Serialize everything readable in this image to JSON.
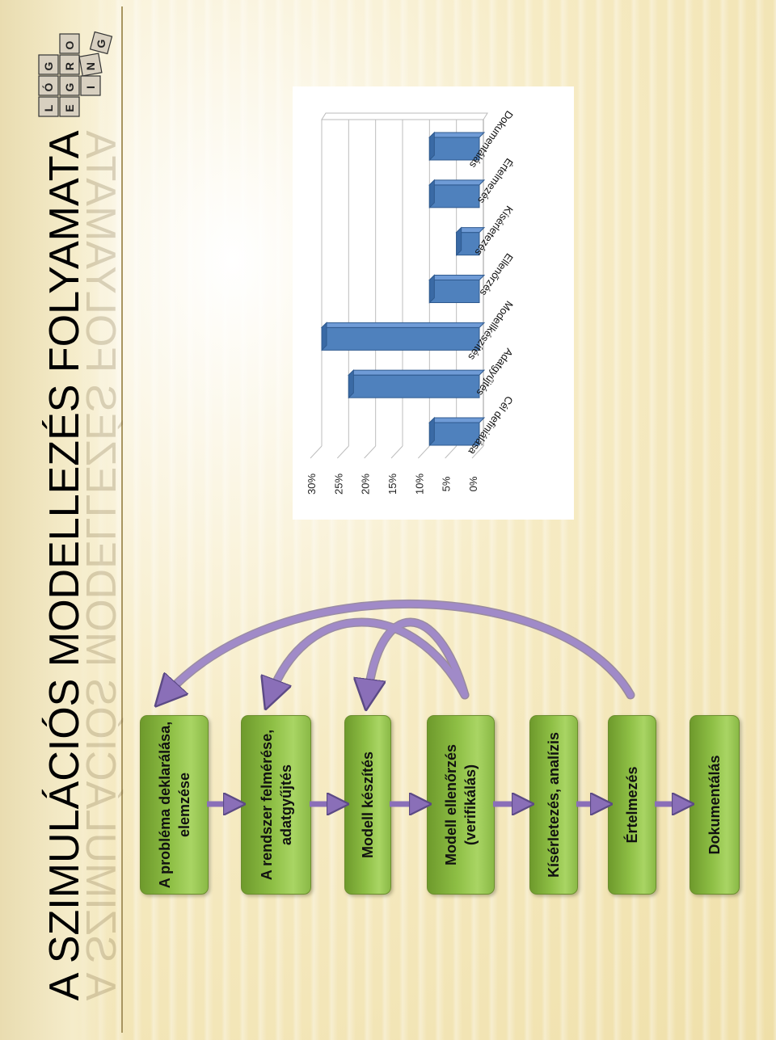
{
  "title": "A SZIMULÁCIÓS MODELLEZÉS FOLYAMATA",
  "logo": {
    "letters": [
      "E",
      "G",
      "R",
      "O",
      "L",
      "Ó",
      "G",
      "I",
      "N",
      "G"
    ]
  },
  "steps": [
    {
      "line1": "A probléma deklarálása,",
      "line2": "elemzése"
    },
    {
      "line1": "A rendszer felmérése,",
      "line2": "adatgyűjtés"
    },
    {
      "line1": "Modell készítés",
      "line2": ""
    },
    {
      "line1": "Modell ellenőrzés",
      "line2": "(verifikálás)"
    },
    {
      "line1": "Kísérletezés, analízis",
      "line2": ""
    },
    {
      "line1": "Értelmezés",
      "line2": ""
    },
    {
      "line1": "Dokumentálás",
      "line2": ""
    }
  ],
  "colors": {
    "step_fill": "#8ebf45",
    "arrow": "#8a6fb8",
    "bar": "#4f81bd"
  },
  "chart_data": {
    "type": "bar",
    "categories": [
      "Cél definiálása",
      "Adatgyűjtés",
      "Modellkészítés",
      "Ellenőrzés",
      "Kísérletezés",
      "Értelmezés",
      "Dokumentálás"
    ],
    "values": [
      10,
      25,
      30,
      10,
      5,
      10,
      10
    ],
    "ytick_labels": [
      "0%",
      "5%",
      "10%",
      "15%",
      "20%",
      "25%",
      "30%"
    ],
    "ylim": [
      0,
      30
    ],
    "grid": true,
    "orientation": "rotated 90° counter-clockwise",
    "title": "",
    "xlabel": "",
    "ylabel": ""
  }
}
